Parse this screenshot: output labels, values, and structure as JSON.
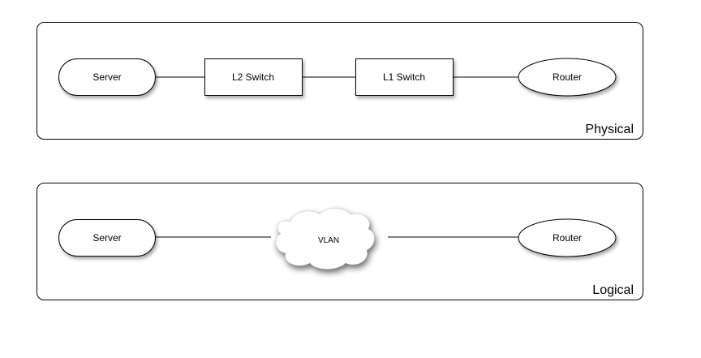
{
  "physical": {
    "label": "Physical",
    "nodes": {
      "server": "Server",
      "l2_switch": "L2 Switch",
      "l1_switch": "L1 Switch",
      "router": "Router"
    }
  },
  "logical": {
    "label": "Logical",
    "nodes": {
      "server": "Server",
      "vlan": "VLAN",
      "router": "Router"
    }
  }
}
